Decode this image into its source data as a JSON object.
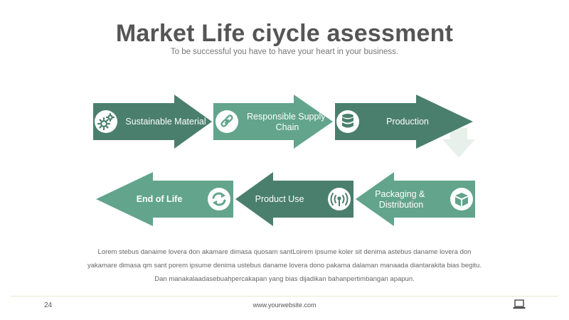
{
  "title": "Market Life ciycle asessment",
  "subtitle": "To be successful you have to have your heart in your business.",
  "steps": [
    {
      "label_lines": [
        "Sustainable Material"
      ],
      "icon": "gears-icon",
      "color": "#4a7f6d"
    },
    {
      "label_lines": [
        "Responsible Supply",
        "Chain"
      ],
      "icon": "chain-link-icon",
      "color": "#62a48c"
    },
    {
      "label_lines": [
        "Production"
      ],
      "icon": "database-icon",
      "color": "#4a7f6d"
    },
    {
      "label_lines": [
        "Packaging &",
        "Distribution"
      ],
      "icon": "box-icon",
      "color": "#62a48c"
    },
    {
      "label_lines": [
        "Product Use"
      ],
      "icon": "broadcast-icon",
      "color": "#4a7f6d"
    },
    {
      "label_lines": [
        "End of Life"
      ],
      "icon": "recycle-icon",
      "color": "#62a48c"
    }
  ],
  "connector_color": "#e8f0ec",
  "body_text": [
    "Lorem stebus danaime lovera don akamare dimasa quosam santLoirem ipsume koler sit denima astebus daname lovera don",
    "yakamare dimasa qm sant porem ipsume denima ustebus daname lovera dono pakama dalaman manaada diantarakita bias begitu.",
    "Dan manakalaadasebuahpercakapan yang bias dijadikan bahanpertimbangan apapun."
  ],
  "footer": {
    "page_number": "24",
    "website": "www.yourwebsite.com",
    "icon": "laptop-icon"
  }
}
